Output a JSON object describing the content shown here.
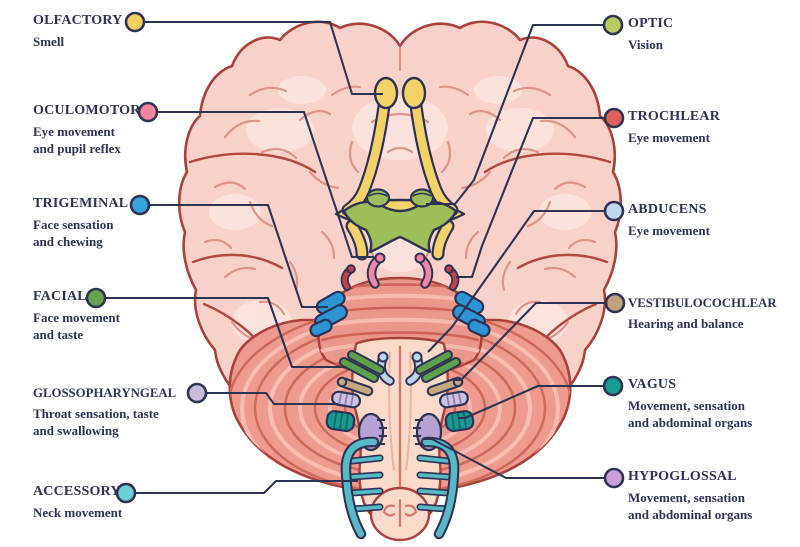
{
  "colors": {
    "line": "#2e3354",
    "text": "#2e3354",
    "background": "#ffffff",
    "cerebrum_fill": "#f8d2ca",
    "cerebrum_outline": "#a8423a",
    "gyri": "#e09388",
    "cerebellum_fill": "#ef9a8f",
    "pons_fill": "#eb978b",
    "medulla_fill": "#f9d9ca",
    "olfactory_tract": "#f4d26a",
    "optic_chiasm": "#9fbd58"
  },
  "labels": {
    "left": [
      {
        "name": "OLFACTORY",
        "description": "Smell",
        "dot_color": "#f6cf65"
      },
      {
        "name": "OCULOMOTOR",
        "description": "Eye movement\nand pupil reflex",
        "dot_color": "#f2849c"
      },
      {
        "name": "TRIGEMINAL",
        "description": "Face sensation\nand chewing",
        "dot_color": "#35a3dc"
      },
      {
        "name": "FACIAL",
        "description": "Face movement\nand taste",
        "dot_color": "#6aa34d"
      },
      {
        "name": "GLOSSOPHARYNGEAL",
        "description": "Throat sensation, taste\nand swallowing",
        "dot_color": "#c9bcd9"
      },
      {
        "name": "ACCESSORY",
        "description": "Neck movement",
        "dot_color": "#6fcdd4"
      }
    ],
    "right": [
      {
        "name": "OPTIC",
        "description": "Vision",
        "dot_color": "#b8cc63"
      },
      {
        "name": "TROCHLEAR",
        "description": "Eye movement",
        "dot_color": "#e06060"
      },
      {
        "name": "ABDUCENS",
        "description": "Eye movement",
        "dot_color": "#c3d8ed"
      },
      {
        "name": "VESTIBULOCOCHLEAR",
        "description": "Hearing and balance",
        "dot_color": "#c0a17e"
      },
      {
        "name": "VAGUS",
        "description": "Movement, sensation\nand abdominal organs",
        "dot_color": "#189a90"
      },
      {
        "name": "HYPOGLOSSAL",
        "description": "Movement, sensation\nand abdominal organs",
        "dot_color": "#c9a0d8"
      }
    ]
  }
}
